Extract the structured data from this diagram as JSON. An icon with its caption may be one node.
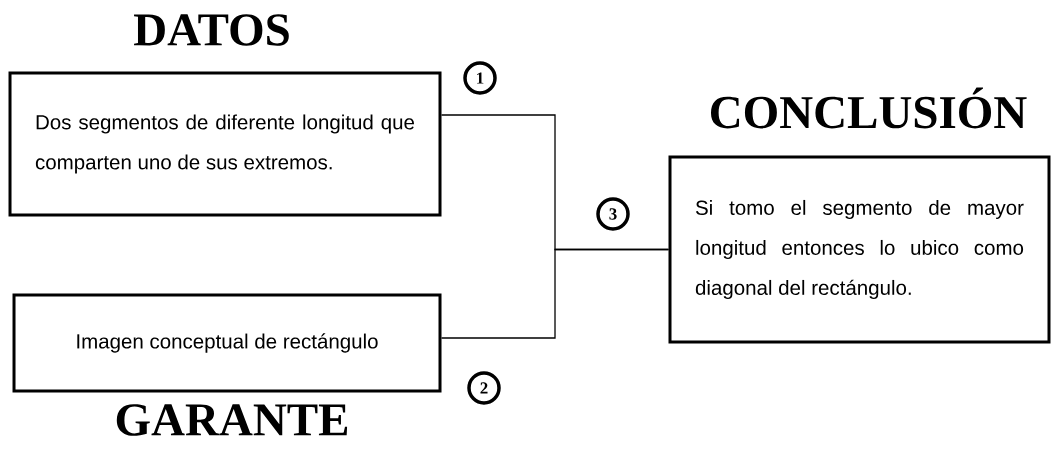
{
  "diagram": {
    "nodes": [
      {
        "text": [
          "DATOS",
          "Dos segmentos de diferente longitud que comparten uno de sus extremos."
        ]
      },
      {
        "text": [
          "Imagen conceptual de rectángulo",
          "GARANTE"
        ]
      },
      {
        "text": [
          "CONCLUSIÓN",
          "Si tomo el segmento de mayor longitud entonces lo ubico como diagonal del rectángulo."
        ]
      }
    ],
    "edges": [
      {
        "from": 0,
        "to": 2,
        "arrow": "none",
        "label": "1"
      },
      {
        "from": 1,
        "to": 2,
        "arrow": "none",
        "label": "2"
      }
    ],
    "labels": [
      "3"
    ]
  }
}
